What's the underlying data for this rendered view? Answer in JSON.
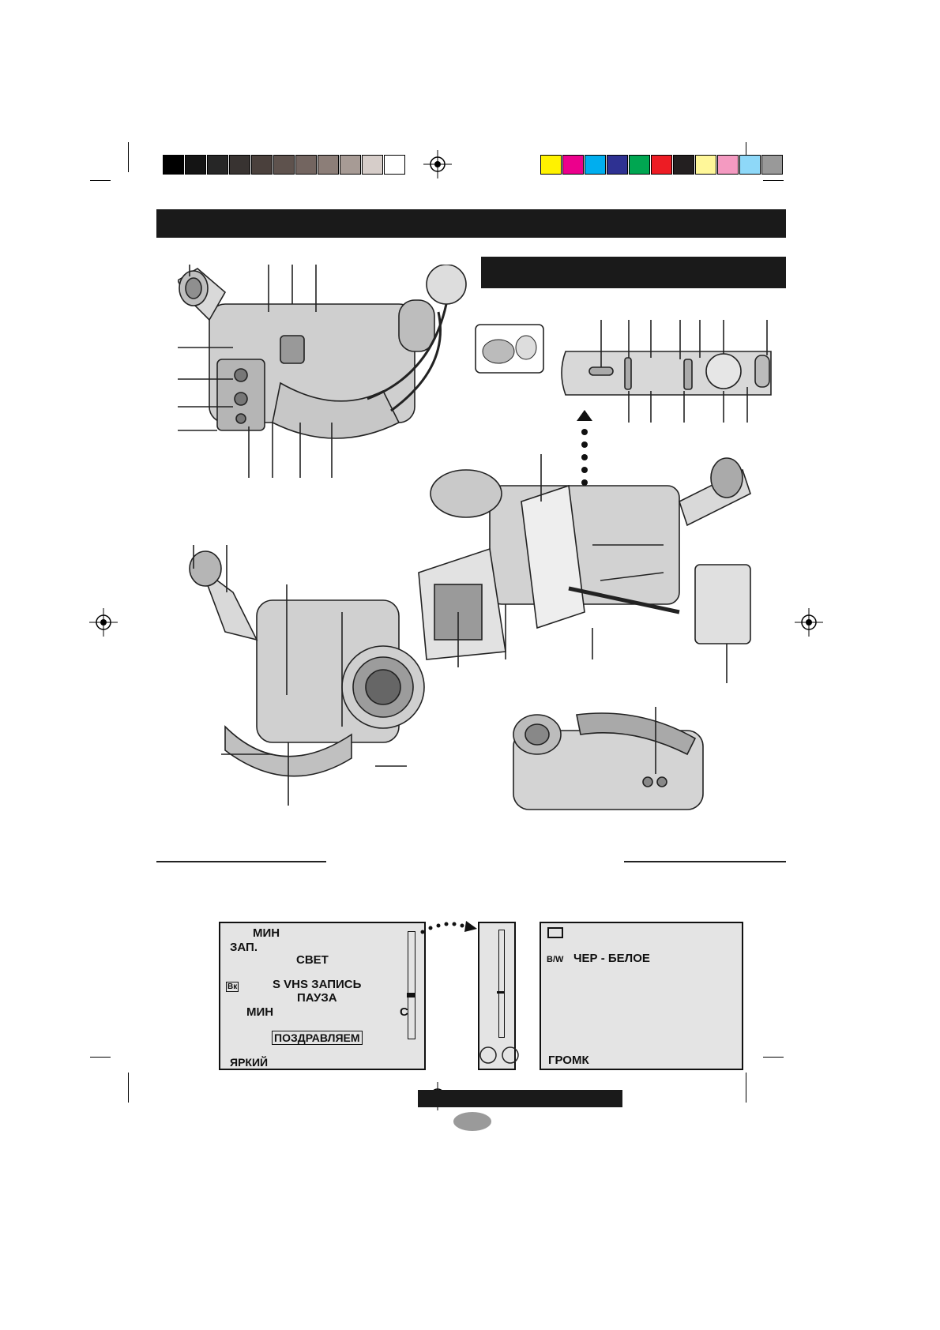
{
  "color_bar": {
    "grays": [
      "#000000",
      "#141414",
      "#262626",
      "#383331",
      "#4a403c",
      "#5e524d",
      "#736560",
      "#8c7e78",
      "#a79b95",
      "#d6cdc9",
      "#ffffff"
    ],
    "colors": [
      "#fff200",
      "#ec008c",
      "#00aeef",
      "#2e3192",
      "#00a651",
      "#ed1c24",
      "#231f20",
      "#fff799",
      "#f49ac1",
      "#8ed8f8",
      "#999999"
    ]
  },
  "osd_left": {
    "min_top": "МИН",
    "rec": "ЗАП.",
    "light": "СВЕТ",
    "svhs_rec": "S  VHS  ЗАПИСЬ",
    "pause": "ПАУЗА",
    "min_bottom": "МИН",
    "c_letter": "C",
    "greeting": "ПОЗДРАВЛЯЕМ",
    "bright": "ЯРКИЙ",
    "bk_icon": "Bк"
  },
  "osd_right": {
    "bw_icon": "B/W",
    "bw_label": "ЧЕР - БЕЛОЕ",
    "volume": "ГРОМК"
  }
}
